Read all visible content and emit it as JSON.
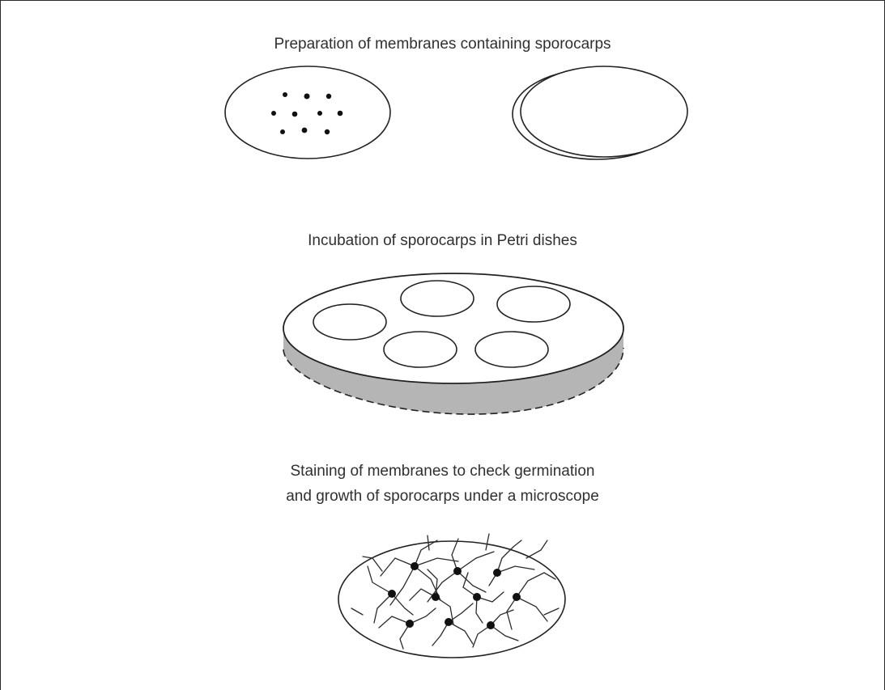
{
  "steps": [
    {
      "caption_lines": [
        "Preparation of membranes containing sporocarps"
      ]
    },
    {
      "caption_lines": [
        "Incubation of sporocarps in Petri dishes"
      ]
    },
    {
      "caption_lines": [
        "Staining of membranes to check germination",
        "and growth of sporocarps under a microscope"
      ]
    }
  ],
  "colors": {
    "stroke": "#222222",
    "dish_side": "#b5b5b5",
    "text": "#303030"
  }
}
